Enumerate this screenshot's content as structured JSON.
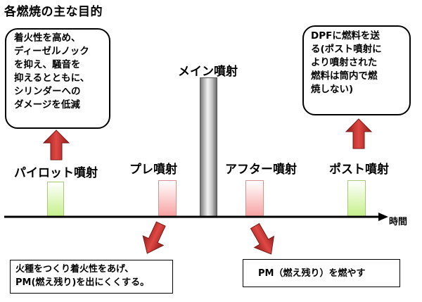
{
  "title": "各燃焼の主な目的",
  "axis_label": "時間",
  "callouts": {
    "pilot": [
      "着火性を高め、",
      "ディーゼルノック",
      "を抑え、騒音を",
      "抑えるとともに、",
      "シリンダーへの",
      "ダメージを低減"
    ],
    "post": [
      "DPFに燃料を送",
      "る(ポスト噴射に",
      "より噴射された",
      "燃料は筒内で燃",
      "焼しない)"
    ]
  },
  "labels": {
    "pilot": "パイロット噴射",
    "pre": "プレ噴射",
    "main": "メイン噴射",
    "after": "アフター噴射",
    "post": "ポスト噴射"
  },
  "notes": {
    "pre": [
      "火種をつくり着火性をあげ、",
      "PM(燃え残り)を出にくくする。"
    ],
    "after": "PM（燃え残り）を燃やす"
  },
  "colors": {
    "arrow_red": "#c0302e",
    "bar_green": "#c6f08a",
    "bar_red": "#f7a2a2",
    "bar_gray": "#9a9a9a"
  }
}
